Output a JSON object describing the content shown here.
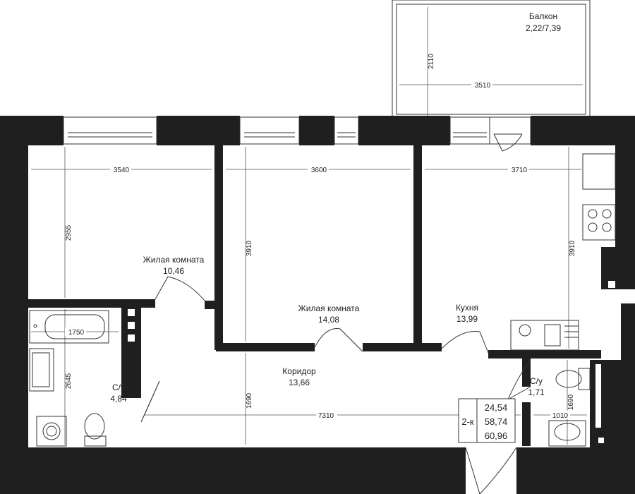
{
  "rooms": {
    "balcony": {
      "name": "Балкон",
      "area": "2,22/7,39"
    },
    "living1": {
      "name": "Жилая комната",
      "area": "10,46"
    },
    "living2": {
      "name": "Жилая комната",
      "area": "14,08"
    },
    "kitchen": {
      "name": "Кухня",
      "area": "13,99"
    },
    "corridor": {
      "name": "Коридор",
      "area": "13,66"
    },
    "bath1": {
      "name": "С/у",
      "area": "4,84"
    },
    "bath2": {
      "name": "С/у",
      "area": "1,71"
    }
  },
  "dimensions": {
    "balcony_h": "2110",
    "balcony_w": "3510",
    "living1_w": "3540",
    "living1_h": "2955",
    "living2_w": "3600",
    "living2_h": "3910",
    "kitchen_w": "3710",
    "kitchen_h": "3910",
    "bath_w": "1750",
    "bath_h": "2645",
    "corridor_h": "1690",
    "corridor_w": "7310",
    "wc_h": "1690",
    "wc_w": "1010"
  },
  "summary": {
    "type": "2-к",
    "living_area": "24,54",
    "total_area": "58,74",
    "total_with_balcony": "60,96"
  },
  "colors": {
    "wall": "#1f1f1f",
    "line": "#333333",
    "background": "#ffffff"
  }
}
